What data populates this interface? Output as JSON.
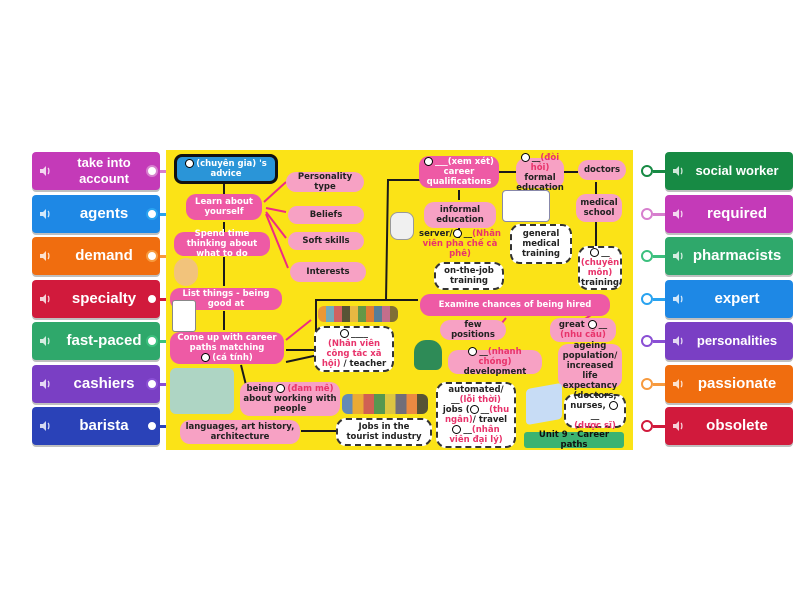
{
  "left_tiles": [
    {
      "label": "take into account",
      "color": "#c43ab8",
      "pin": "#d77fce"
    },
    {
      "label": "agents",
      "color": "#1e88e5",
      "pin": "#29a3f0"
    },
    {
      "label": "demand",
      "color": "#f06d0f",
      "pin": "#f79a3e"
    },
    {
      "label": "specialty",
      "color": "#d11a3c",
      "pin": "#d11a3c"
    },
    {
      "label": "fast-paced",
      "color": "#2fa86b",
      "pin": "#3cc07e"
    },
    {
      "label": "cashiers",
      "color": "#7a3fc4",
      "pin": "#8a4fd4"
    },
    {
      "label": "barista",
      "color": "#2a42b8",
      "pin": "#2a42b8"
    }
  ],
  "right_tiles": [
    {
      "label": "social worker",
      "color": "#178a44",
      "pin": "#178a44"
    },
    {
      "label": "required",
      "color": "#c43ab8",
      "pin": "#d77fce"
    },
    {
      "label": "pharmacists",
      "color": "#2fa86b",
      "pin": "#3cc07e"
    },
    {
      "label": "expert",
      "color": "#1e88e5",
      "pin": "#29a3f0"
    },
    {
      "label": "personalities",
      "color": "#7a3fc4",
      "pin": "#8a4fd4"
    },
    {
      "label": "passionate",
      "color": "#f06d0f",
      "pin": "#f79a3e"
    },
    {
      "label": "obsolete",
      "color": "#d11a3c",
      "pin": "#d11a3c"
    }
  ],
  "map": {
    "advice": {
      "red": "(chuyên gia)",
      "text": "'s advice"
    },
    "learn": "Learn about yourself",
    "personality_type": "Personality type",
    "beliefs": "Beliefs",
    "soft_skills": "Soft skills",
    "interests": "Interests",
    "spend_time": "Spend time thinking about what to do",
    "list_things": "List things - being good at",
    "come_up": "Come up with career paths matching",
    "come_up_red": "(cá tính)",
    "being": "being",
    "being_red": "(đam mê)",
    "being_rest": "about working with people",
    "languages": "languages, art history, architecture",
    "nhan_vien_red": "(Nhân viên công tác xã hội)",
    "teacher": "/ teacher",
    "tourist": "Jobs in the tourist industry",
    "xem_xet_red": "(xem xét)",
    "career_q": "career qualifications",
    "doi_hoi_red": "(đòi hỏi)",
    "formal_ed": "formal education",
    "doctors": "doctors",
    "informal_ed": "informal education",
    "medical_school": "medical school",
    "general_medical": "general medical training",
    "server": "server/",
    "pha_che_red": "(Nhân viên pha chế cà phê)",
    "on_job": "on-the-job training",
    "chuyen_mon_red": "(chuyên môn)",
    "training": "training",
    "examine": "Examine chances of being hired",
    "few_positions": "few positions",
    "great": "great",
    "nhu_cau_red": "(nhu cầu)",
    "nhanh_chong_red": "(nhanh chóng)",
    "development": "development",
    "ageing": "ageing population/ increased life expectancy",
    "automated": "automated/",
    "loi_thoi_red": "(lỗi thời)",
    "jobs": "jobs (",
    "thu_ngan_red": "(thu ngân)",
    "travel": "/ travel",
    "nv_dai_ly_red": "(nhân viên đại lý)",
    "doctors_nurses": "(doctors, nurses,",
    "duoc_si_red": "(dược sĩ)",
    "unit_label": "Unit 9 - Career paths"
  }
}
